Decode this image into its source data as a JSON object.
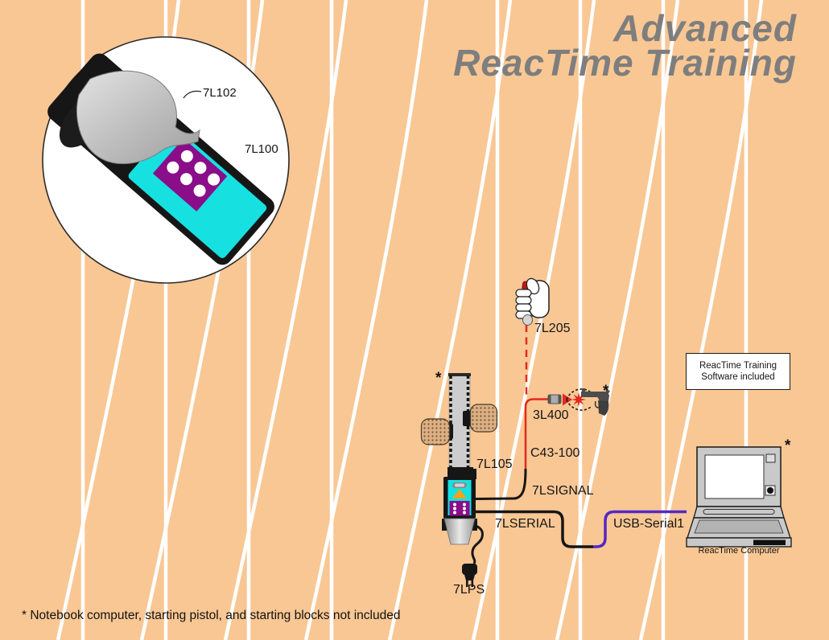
{
  "title": {
    "line1": "Advanced",
    "line2": "ReacTime Training"
  },
  "inset": {
    "horn_label": "7L102",
    "unit_label": "7L100"
  },
  "parts": {
    "remote": "7L205",
    "mic": "3L400",
    "adapter_cable": "C43-100",
    "signal_cable": "7LSIGNAL",
    "serial_cable": "7LSERIAL",
    "usb_cable": "USB-Serial1",
    "block_sensor": "7L105",
    "power_supply": "7LPS",
    "computer": "ReacTime Computer"
  },
  "software_box": {
    "line1": "ReacTime Training",
    "line2": "Software included"
  },
  "asterisks": {
    "block": "*",
    "pistol": "*",
    "computer": "*"
  },
  "footer": "* Notebook computer, starting pistol, and starting blocks not included",
  "colors": {
    "background": "#F9C794",
    "lane_line": "#FFFFFF",
    "title_gray": "#7E7E7E",
    "cable_red": "#E02A1E",
    "cable_purple": "#5228C8",
    "cable_black": "#161616",
    "device_cyan": "#17E0E0",
    "device_purple": "#8A0D8A",
    "device_orange": "#F6A21C"
  }
}
